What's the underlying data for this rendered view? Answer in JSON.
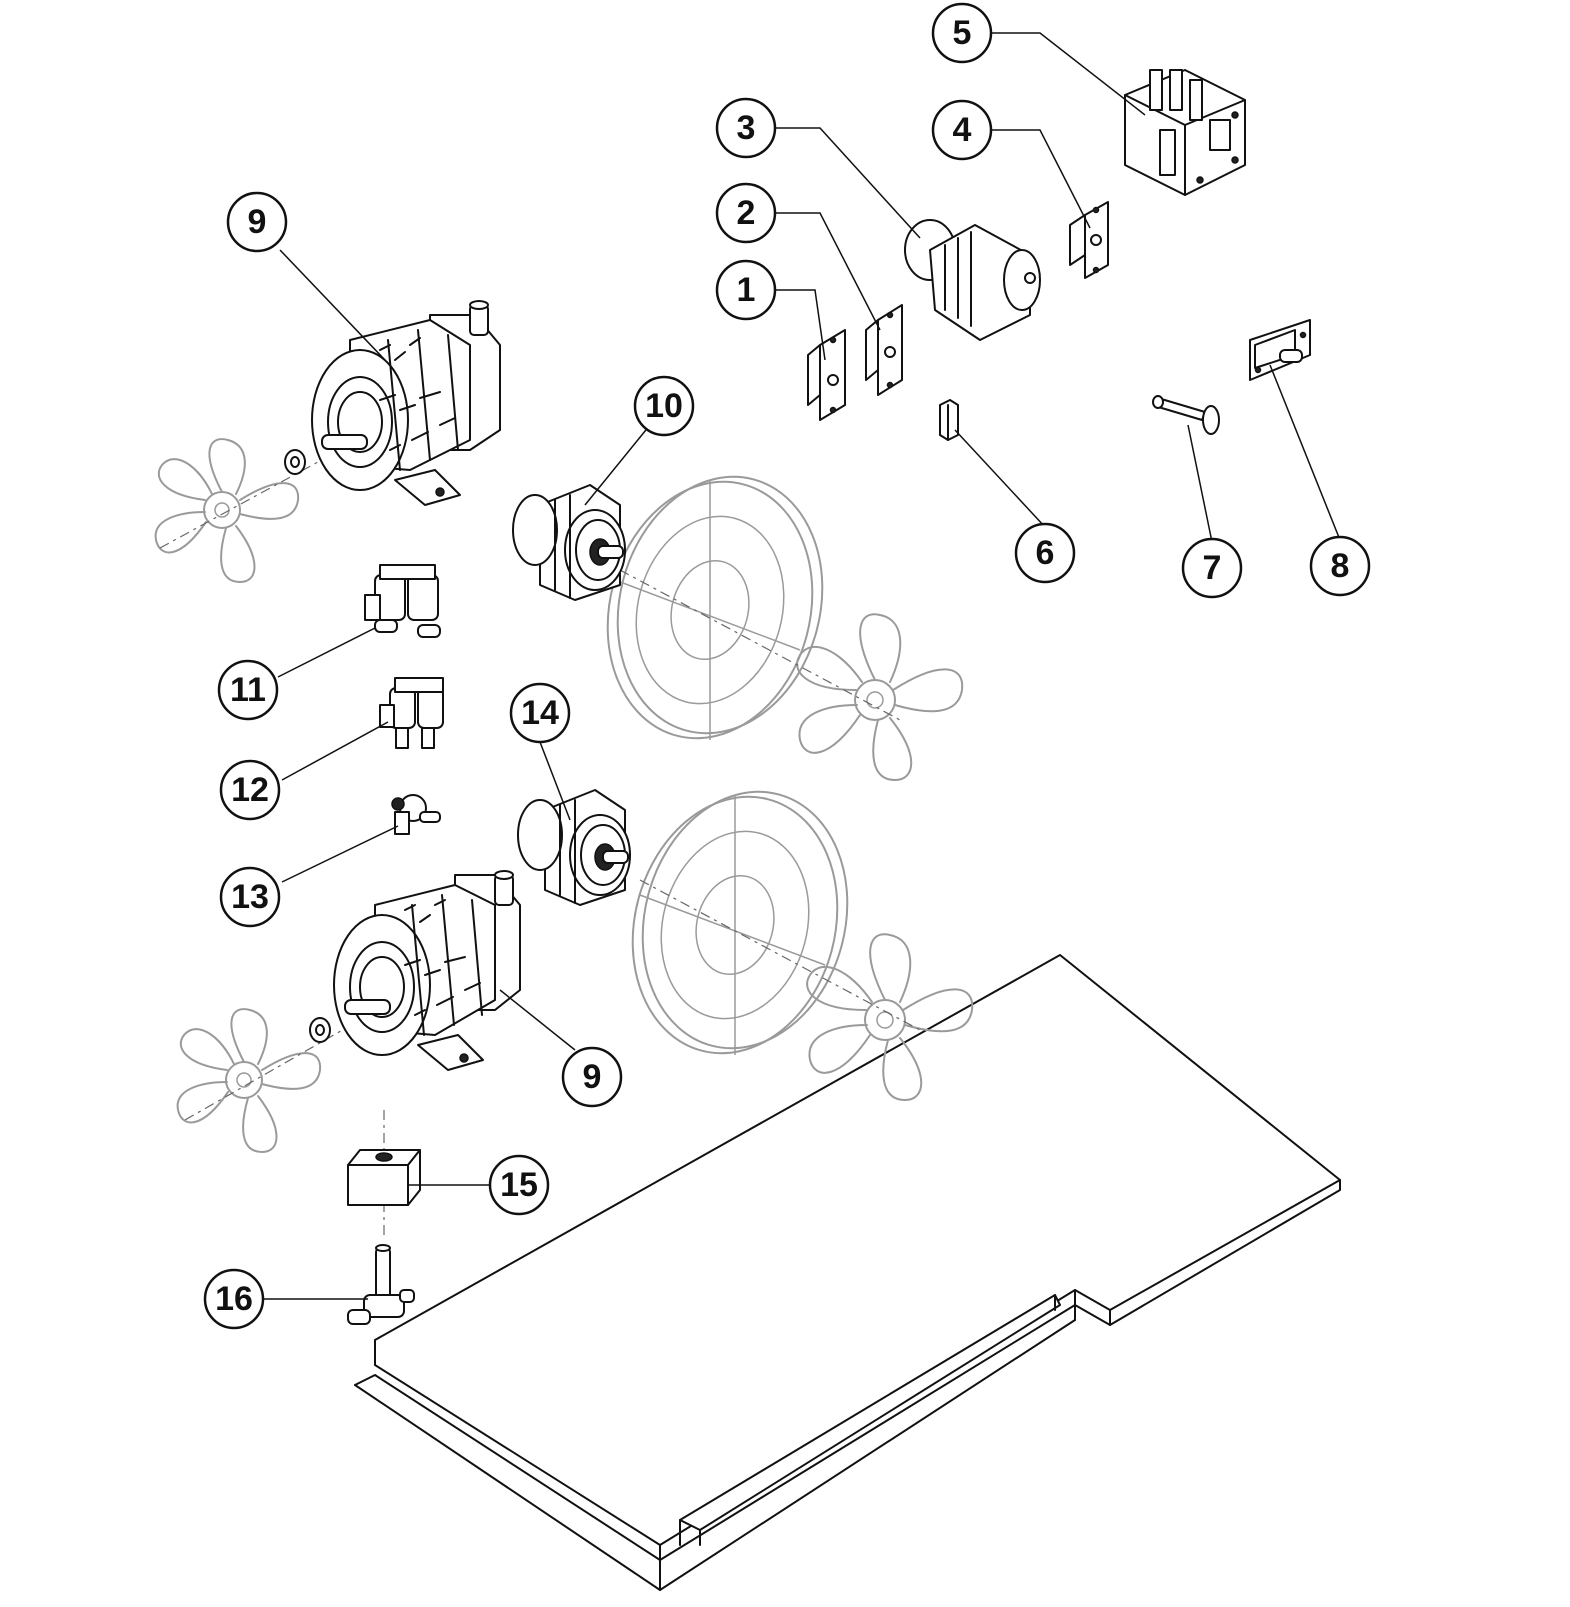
{
  "callouts": [
    {
      "id": "c1",
      "label": "1"
    },
    {
      "id": "c2",
      "label": "2"
    },
    {
      "id": "c3",
      "label": "3"
    },
    {
      "id": "c4",
      "label": "4"
    },
    {
      "id": "c5",
      "label": "5"
    },
    {
      "id": "c6",
      "label": "6"
    },
    {
      "id": "c7",
      "label": "7"
    },
    {
      "id": "c8",
      "label": "8"
    },
    {
      "id": "c9a",
      "label": "9"
    },
    {
      "id": "c9b",
      "label": "9"
    },
    {
      "id": "c10",
      "label": "10"
    },
    {
      "id": "c11",
      "label": "11"
    },
    {
      "id": "c12",
      "label": "12"
    },
    {
      "id": "c13",
      "label": "13"
    },
    {
      "id": "c14",
      "label": "14"
    },
    {
      "id": "c15",
      "label": "15"
    },
    {
      "id": "c16",
      "label": "16"
    }
  ]
}
